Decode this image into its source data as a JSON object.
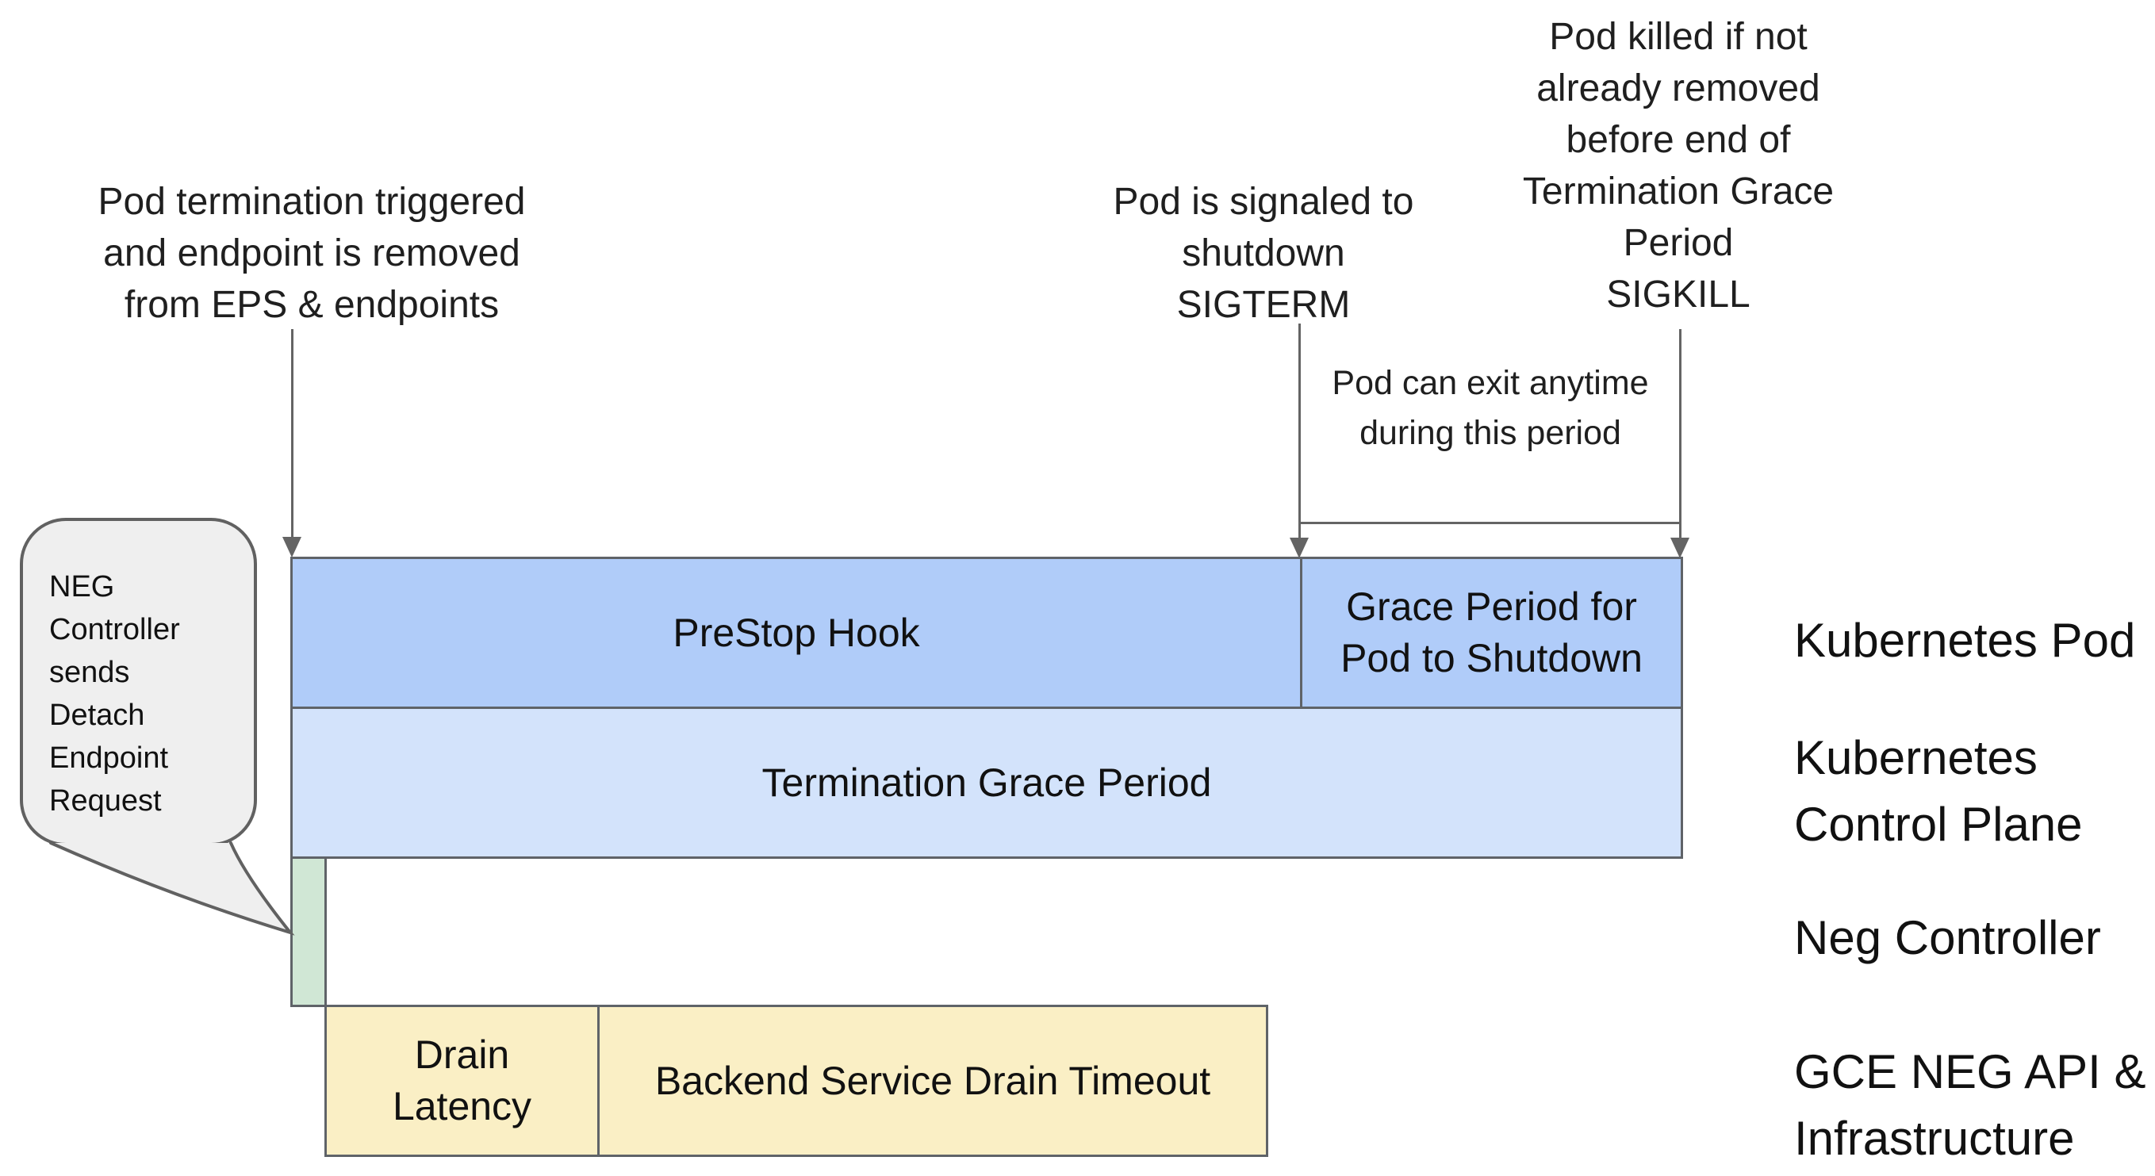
{
  "annotations": {
    "pod_termination": {
      "lines": [
        "Pod termination triggered",
        "and endpoint is removed",
        "from EPS & endpoints"
      ]
    },
    "sigterm": {
      "lines": [
        "Pod is signaled to",
        "shutdown",
        "SIGTERM"
      ]
    },
    "sigkill": {
      "lines": [
        "Pod killed if not",
        "already removed",
        "before end of",
        "Termination Grace",
        "Period",
        "SIGKILL"
      ]
    },
    "exit_note": {
      "lines": [
        "Pod can exit anytime",
        "during this period"
      ]
    }
  },
  "bubble": {
    "lines": [
      "NEG",
      "Controller",
      "sends",
      "Detach",
      "Endpoint",
      "Request"
    ]
  },
  "bars": {
    "prestop": {
      "label": "PreStop Hook"
    },
    "grace": {
      "lines": [
        "Grace Period for",
        "Pod to Shutdown"
      ]
    },
    "tgp": {
      "label": "Termination Grace Period"
    },
    "drain_latency": {
      "lines": [
        "Drain",
        "Latency"
      ]
    },
    "bsdt": {
      "label": "Backend Service Drain Timeout"
    }
  },
  "lanes": [
    {
      "label": "Kubernetes Pod"
    },
    {
      "lines": [
        "Kubernetes",
        "Control Plane"
      ]
    },
    {
      "label": "Neg Controller"
    },
    {
      "lines": [
        "GCE NEG API &",
        "Infrastructure"
      ]
    }
  ],
  "colors": {
    "bar_blue": "#b0ccf9",
    "bar_light_blue": "#d3e3fb",
    "bar_green": "#d0e7d5",
    "bar_yellow": "#faefc5",
    "bar_border": "#5f6368",
    "arrow_gray": "#646464",
    "bubble_fill": "#efefef",
    "bubble_border": "#616161",
    "text": "#111111",
    "background": "#ffffff"
  }
}
